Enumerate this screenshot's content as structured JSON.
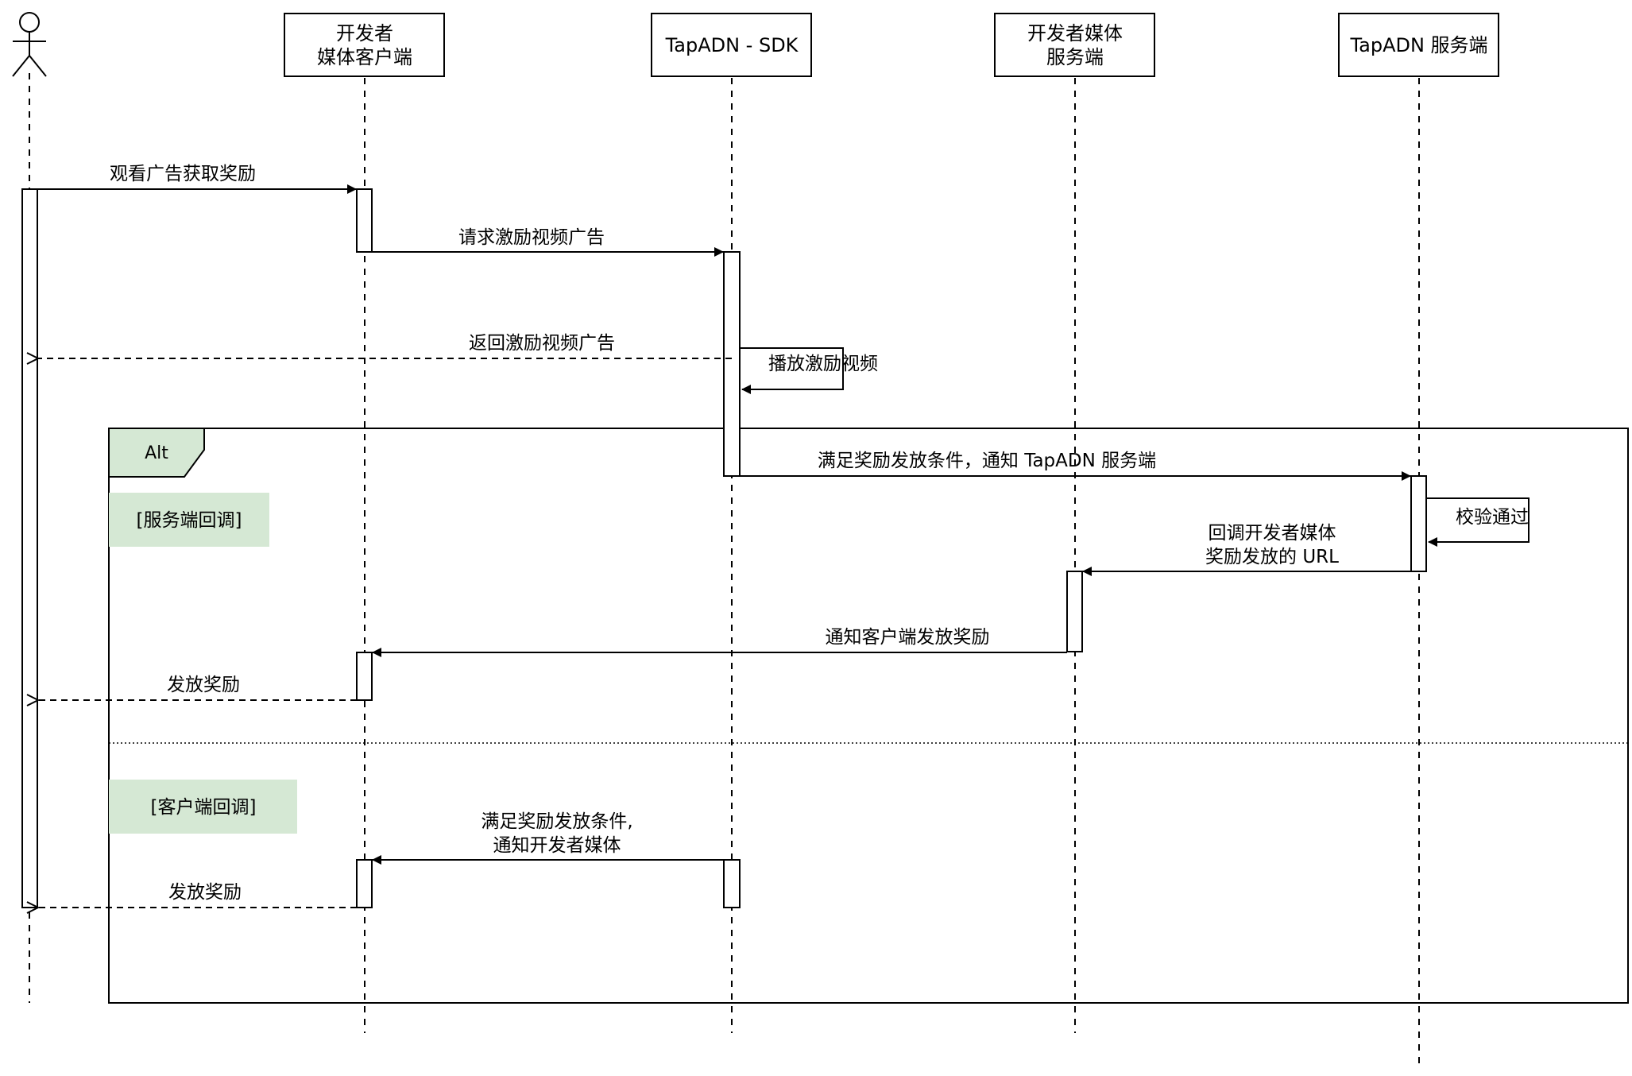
{
  "participants": {
    "user": {
      "label": ""
    },
    "client": {
      "line1": "开发者",
      "line2": "媒体客户端"
    },
    "sdk": {
      "label": "TapADN - SDK"
    },
    "devserver": {
      "line1": "开发者媒体",
      "line2": "服务端"
    },
    "tapserver": {
      "label": "TapADN 服务端"
    }
  },
  "messages": {
    "m1": "观看广告获取奖励",
    "m2": "请求激励视频广告",
    "m3": "返回激励视频广告",
    "m4": "播放激励视频",
    "m5": "满足奖励发放条件，通知 TapADN 服务端",
    "m6": "校验通过",
    "m7_line1": "回调开发者媒体",
    "m7_line2": "奖励发放的 URL",
    "m8": "通知客户端发放奖励",
    "m9": "发放奖励",
    "m10_line1": "满足奖励发放条件,",
    "m10_line2": "通知开发者媒体",
    "m11": "发放奖励"
  },
  "alt_frame": {
    "label": "Alt",
    "guard1": "[服务端回调]",
    "guard2": "[客户端回调]",
    "guard_color": "#d5e8d4",
    "label_color": "#d5e8d4"
  }
}
